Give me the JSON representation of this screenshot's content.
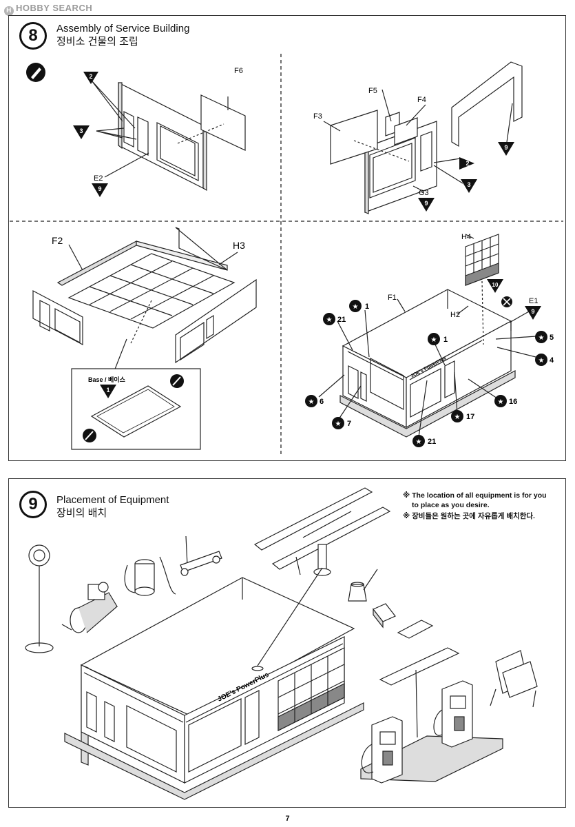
{
  "watermark": {
    "logo": "H",
    "text": "HOBBY SEARCH"
  },
  "step8": {
    "number": "8",
    "title_en": "Assembly of Service Building",
    "title_ko": "정비소 건물의 조립",
    "labels": {
      "f6": "F6",
      "e2": "E2",
      "f5": "F5",
      "f4": "F4",
      "f3": "F3",
      "g3": "G3",
      "f2": "F2",
      "h3": "H3",
      "h4": "H4",
      "f1": "F1",
      "h2": "H2",
      "e1": "E1",
      "base": "Base / 베이스"
    },
    "color_codes": {
      "c2a": "2",
      "c3a": "3",
      "c9a": "9",
      "c9b": "9",
      "c2b": "2",
      "c3b": "3",
      "c9c": "9",
      "c1": "1",
      "c10": "10",
      "c9d": "9"
    },
    "decal_numbers": {
      "d1a": "1",
      "d21a": "21",
      "d1b": "1",
      "d5": "5",
      "d4": "4",
      "d6": "6",
      "d16": "16",
      "d7": "7",
      "d17": "17",
      "d21b": "21"
    },
    "sign_text": "JOE's PowerPlus"
  },
  "step9": {
    "number": "9",
    "title_en": "Placement of Equipment",
    "title_ko": "장비의 배치",
    "note_en_1": "※ The location of all equipment is for you",
    "note_en_2": "to place as you desire.",
    "note_ko": "※ 장비들은 원하는 곳에 자유롭게 배치한다.",
    "sign_text": "JOE's PowerPlus"
  },
  "page_number": "7"
}
